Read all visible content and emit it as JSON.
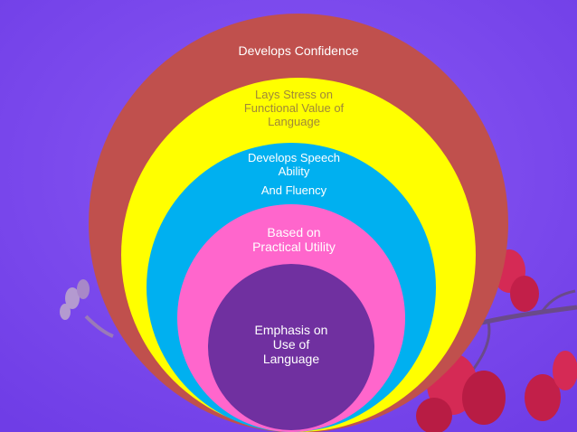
{
  "colors": {
    "background": "#7f49f0",
    "ring_1": "#c0504d",
    "ring_2": "#ffff00",
    "ring_3": "#00b0f0",
    "ring_4": "#ff66cc",
    "ring_5": "#7030a0",
    "flower": "#d52a55",
    "stem": "#6a4a8a"
  },
  "rings": [
    {
      "label_lines": [
        "Develops Confidence"
      ]
    },
    {
      "label_lines": [
        "Lays Stress on",
        "Functional Value of",
        "Language"
      ]
    },
    {
      "label_lines": [
        "Develops Speech",
        "Ability",
        "And Fluency"
      ]
    },
    {
      "label_lines": [
        "Based on",
        "Practical Utility"
      ]
    },
    {
      "label_lines": [
        "Emphasis on",
        "Use of",
        "Language"
      ]
    }
  ]
}
